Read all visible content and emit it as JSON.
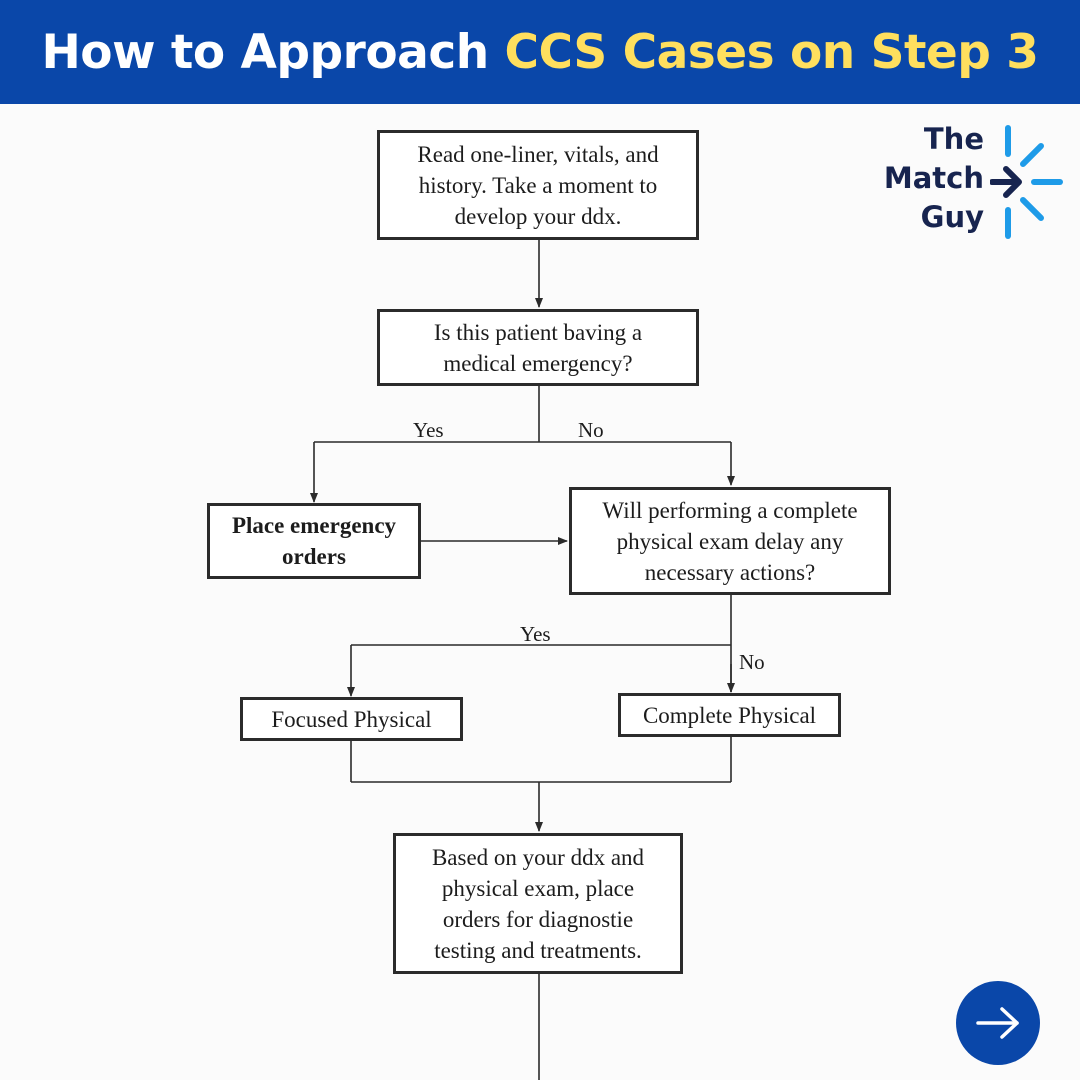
{
  "header": {
    "title_prefix": "How to Approach ",
    "title_highlight": "CCS Cases on Step 3"
  },
  "brand": {
    "line1": "The",
    "line2": "Match",
    "line3": "Guy",
    "accent_color": "#1e9be8",
    "text_color": "#17244f"
  },
  "colors": {
    "header_bg": "#0a47a9",
    "header_highlight": "#ffdf5e",
    "header_text": "#ffffff"
  },
  "flow": {
    "nodes": {
      "read": "Read one-liner, vitals, and\nhistory. Take a moment to\ndevelop your ddx.",
      "emergency_q": "Is this patient baving a\nmedical emergency?",
      "emergency_orders": "Place emergency\norders",
      "exam_q": "Will performing a complete\nphysical exam delay any\nnecessary actions?",
      "focused": "Focused Physical",
      "complete": "Complete Physical",
      "orders": "Based on your ddx and\nphysical exam, place\norders for diagnostie\ntesting and treatments."
    },
    "labels": {
      "yes1": "Yes",
      "no1": "No",
      "yes2": "Yes",
      "no2": "No"
    }
  },
  "next_button": {
    "icon": "arrow-right-icon"
  }
}
